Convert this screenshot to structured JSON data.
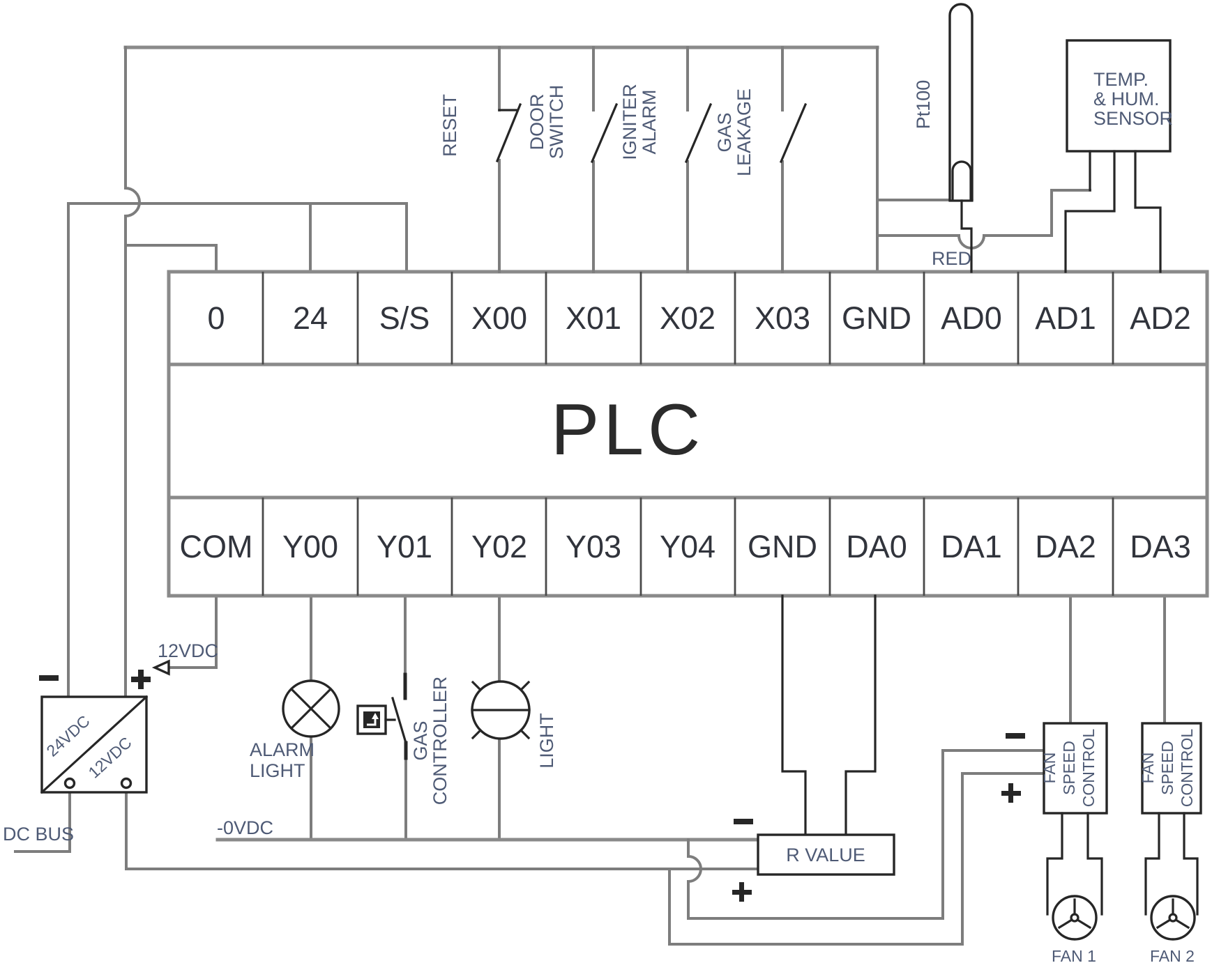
{
  "plc": {
    "title": "PLC",
    "top_terminals": [
      "0",
      "24",
      "S/S",
      "X00",
      "X01",
      "X02",
      "X03",
      "GND",
      "AD0",
      "AD1",
      "AD2"
    ],
    "bottom_terminals": [
      "COM",
      "Y00",
      "Y01",
      "Y02",
      "Y03",
      "Y04",
      "GND",
      "DA0",
      "DA1",
      "DA2",
      "DA3"
    ]
  },
  "inputs": {
    "reset": "RESET",
    "door_switch": [
      "DOOR",
      "SWITCH"
    ],
    "igniter_alarm": [
      "IGNITER",
      "ALARM"
    ],
    "gas_leakage": [
      "GAS",
      "LEAKAGE"
    ]
  },
  "sensors": {
    "pt100": "Pt100",
    "red_wire": "RED",
    "temp_hum_sensor": [
      "TEMP.",
      "& HUM.",
      "SENSOR"
    ]
  },
  "power": {
    "dc_bus": "DC BUS",
    "converter_24": "24VDC",
    "converter_12": "12VDC",
    "com_feed": "12VDC",
    "zero_vdc_bus": "-0VDC"
  },
  "outputs": {
    "alarm_light": [
      "ALARM",
      "LIGHT"
    ],
    "gas_controller": [
      "GAS",
      "CONTROLLER"
    ],
    "light": "LIGHT",
    "r_value": "R VALUE",
    "fan_speed_control": [
      "FAN",
      "SPEED",
      "CONTROL"
    ],
    "fan_1": "FAN 1",
    "fan_2": "FAN 2"
  },
  "colors": {
    "wire_gray": "#7d7d7d",
    "component_black": "#262626",
    "label_blue_gray": "#4e5a75",
    "terminal_text": "#31343c",
    "background": "#ffffff"
  }
}
